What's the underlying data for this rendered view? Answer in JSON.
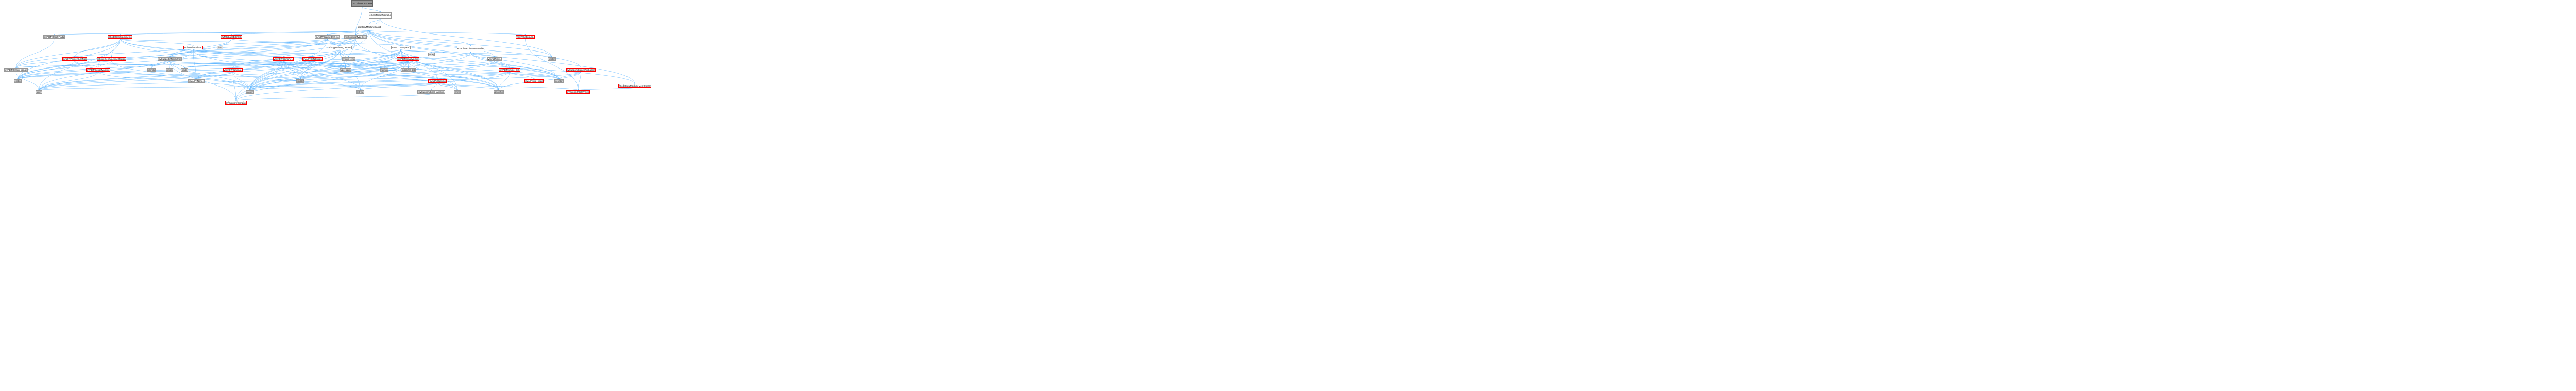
{
  "nodes": [
    {
      "id": "root",
      "label": "lib/Target/RISCV/RISCVFrameLowering.h",
      "style": "root"
    },
    {
      "id": "tfl",
      "label": "llvm/CodeGen/TargetFrameLowering.h",
      "style": "normal"
    },
    {
      "id": "mbb",
      "label": "llvm/CodeGen/MachineBasicBlock.h",
      "style": "normal"
    },
    {
      "id": "graphtraits",
      "label": "llvm/ADT/GraphTraits.h",
      "style": "normal"
    },
    {
      "id": "machineinstr",
      "label": "llvm/CodeGen/MachineInstr.h",
      "style": "red"
    },
    {
      "id": "lanebitmask",
      "label": "llvm/MC/LaneBitmask.h",
      "style": "red"
    },
    {
      "id": "sparsebitvector",
      "label": "llvm/ADT/SparseBitVector.h",
      "style": "normal"
    },
    {
      "id": "typesize",
      "label": "llvm/Support/TypeSize.h",
      "style": "normal"
    },
    {
      "id": "debugloc",
      "label": "llvm/IR/DebugLoc.h",
      "style": "red"
    },
    {
      "id": "ptrsumtype",
      "label": "llvm/ADT/PointerSumType.h",
      "style": "red"
    },
    {
      "id": "machineoperand",
      "label": "llvm/CodeGen/MachineOperand.h",
      "style": "red"
    },
    {
      "id": "smallset",
      "label": "llvm/ADT/SmallSet.h",
      "style": "red"
    },
    {
      "id": "list",
      "label": "list",
      "style": "gray"
    },
    {
      "id": "rawostream",
      "label": "llvm/Support/raw_ostream.h",
      "style": "normal"
    },
    {
      "id": "arrayref",
      "label": "llvm/ADT/ArrayRef.h",
      "style": "normal"
    },
    {
      "id": "bundleiter",
      "label": "llvm/CodeGen/MachineInstrBundleIterator.h",
      "style": "normal"
    },
    {
      "id": "branchprob",
      "label": "llvm/Support/BranchProbability.h",
      "style": "red"
    },
    {
      "id": "memoperand",
      "label": "llvm/CodeGen/MachineMemOperand.h",
      "style": "red"
    },
    {
      "id": "iterrange",
      "label": "llvm/ADT/iterator_range.h",
      "style": "normal"
    },
    {
      "id": "densemapinfo",
      "label": "llvm/ADT/DenseMapInfo.h",
      "style": "red"
    },
    {
      "id": "mathextras",
      "label": "llvm/Support/MathExtras.h",
      "style": "normal"
    },
    {
      "id": "stringref",
      "label": "llvm/ADT/StringRef.h",
      "style": "red"
    },
    {
      "id": "stlextras",
      "label": "llvm/ADT/STLExtras.h",
      "style": "red"
    },
    {
      "id": "systemerror",
      "label": "system_error",
      "style": "gray"
    },
    {
      "id": "smallvector",
      "label": "llvm/ADT/SmallVector.h",
      "style": "red"
    },
    {
      "id": "array",
      "label": "array",
      "style": "gray"
    },
    {
      "id": "ilist",
      "label": "llvm/ADT/ilist.h",
      "style": "normal"
    },
    {
      "id": "vector",
      "label": "vector",
      "style": "gray"
    },
    {
      "id": "climits",
      "label": "climits",
      "style": "gray"
    },
    {
      "id": "cmath",
      "label": "cmath",
      "style": "gray"
    },
    {
      "id": "limits",
      "label": "limits",
      "style": "gray"
    },
    {
      "id": "typetraits",
      "label": "type_traits",
      "style": "gray"
    },
    {
      "id": "memory",
      "label": "memory",
      "style": "gray"
    },
    {
      "id": "initlist",
      "label": "initializer_list",
      "style": "gray"
    },
    {
      "id": "optional",
      "label": "llvm/ADT/Optional.h",
      "style": "red"
    },
    {
      "id": "simpleilist",
      "label": "llvm/ADT/simple_ilist.h",
      "style": "red"
    },
    {
      "id": "cstdint",
      "label": "cstdint",
      "style": "gray"
    },
    {
      "id": "iterator",
      "label": "iterator",
      "style": "gray"
    },
    {
      "id": "none",
      "label": "llvm/ADT/None.h",
      "style": "normal"
    },
    {
      "id": "hashing",
      "label": "llvm/ADT/Hashing.h",
      "style": "red"
    },
    {
      "id": "ilistnode",
      "label": "llvm/ADT/ilist_node.h",
      "style": "red"
    },
    {
      "id": "utility",
      "label": "utility",
      "style": "gray"
    },
    {
      "id": "cassert",
      "label": "cassert",
      "style": "gray"
    },
    {
      "id": "cstring",
      "label": "cstring",
      "style": "gray"
    },
    {
      "id": "errorhandling",
      "label": "llvm/Support/ErrorHandling.h",
      "style": "normal"
    },
    {
      "id": "string",
      "label": "string",
      "style": "gray"
    },
    {
      "id": "algorithm",
      "label": "algorithm",
      "style": "gray"
    },
    {
      "id": "datatypes",
      "label": "llvm/Support/DataTypes.h",
      "style": "red"
    },
    {
      "id": "cstddef",
      "label": "cstddef",
      "style": "gray"
    },
    {
      "id": "compiler",
      "label": "llvm/Support/Compiler.h",
      "style": "red"
    }
  ],
  "edges": [
    [
      "root",
      "tfl"
    ],
    [
      "root",
      "typesize"
    ],
    [
      "tfl",
      "mbb"
    ],
    [
      "tfl",
      "typesize"
    ],
    [
      "tfl",
      "vector"
    ],
    [
      "mbb",
      "graphtraits"
    ],
    [
      "mbb",
      "machineinstr"
    ],
    [
      "mbb",
      "lanebitmask"
    ],
    [
      "mbb",
      "sparsebitvector"
    ],
    [
      "mbb",
      "typesize"
    ],
    [
      "mbb",
      "debugloc"
    ],
    [
      "mbb",
      "iterrange"
    ],
    [
      "mbb",
      "bundleiter"
    ],
    [
      "mbb",
      "branchprob"
    ],
    [
      "mbb",
      "ilist"
    ],
    [
      "mbb",
      "rawostream"
    ],
    [
      "mbb",
      "cassert"
    ],
    [
      "mbb",
      "string"
    ],
    [
      "mbb",
      "vector"
    ],
    [
      "mbb",
      "iterator"
    ],
    [
      "mbb",
      "cstdint"
    ],
    [
      "mbb",
      "memoperand"
    ],
    [
      "graphtraits",
      "iterrange"
    ],
    [
      "machineinstr",
      "ptrsumtype"
    ],
    [
      "machineinstr",
      "machineoperand"
    ],
    [
      "machineinstr",
      "smallset"
    ],
    [
      "machineinstr",
      "densemapinfo"
    ],
    [
      "machineinstr",
      "arrayref"
    ],
    [
      "machineinstr",
      "iterrange"
    ],
    [
      "machineinstr",
      "cstdint"
    ],
    [
      "machineinstr",
      "utility"
    ],
    [
      "machineinstr",
      "memoperand"
    ],
    [
      "machineinstr",
      "typetraits"
    ],
    [
      "machineinstr",
      "algorithm"
    ],
    [
      "lanebitmask",
      "rawostream"
    ],
    [
      "lanebitmask",
      "mathextras"
    ],
    [
      "lanebitmask",
      "cstdint"
    ],
    [
      "sparsebitvector",
      "list"
    ],
    [
      "sparsebitvector",
      "rawostream"
    ],
    [
      "sparsebitvector",
      "mathextras"
    ],
    [
      "sparsebitvector",
      "cassert"
    ],
    [
      "sparsebitvector",
      "climits"
    ],
    [
      "sparsebitvector",
      "iterator"
    ],
    [
      "typesize",
      "mathextras"
    ],
    [
      "typesize",
      "rawostream"
    ],
    [
      "typesize",
      "algorithm"
    ],
    [
      "typesize",
      "cassert"
    ],
    [
      "typesize",
      "cstdint"
    ],
    [
      "typesize",
      "typetraits"
    ],
    [
      "debugloc",
      "datatypes"
    ],
    [
      "ptrsumtype",
      "densemapinfo"
    ],
    [
      "ptrsumtype",
      "cstdint"
    ],
    [
      "ptrsumtype",
      "cassert"
    ],
    [
      "machineoperand",
      "densemapinfo"
    ],
    [
      "machineoperand",
      "cassert"
    ],
    [
      "smallset",
      "none"
    ],
    [
      "smallset",
      "iterrange"
    ],
    [
      "smallset",
      "smallvector"
    ],
    [
      "smallset",
      "stlextras"
    ],
    [
      "smallset",
      "cstddef"
    ],
    [
      "smallset",
      "utility"
    ],
    [
      "rawostream",
      "stringref"
    ],
    [
      "rawostream",
      "optional"
    ],
    [
      "rawostream",
      "cassert"
    ],
    [
      "rawostream",
      "cstddef"
    ],
    [
      "rawostream",
      "cstdint"
    ],
    [
      "rawostream",
      "cstring"
    ],
    [
      "rawostream",
      "string"
    ],
    [
      "rawostream",
      "systemerror"
    ],
    [
      "rawostream",
      "typetraits"
    ],
    [
      "arrayref",
      "hashing"
    ],
    [
      "arrayref",
      "none"
    ],
    [
      "arrayref",
      "smallvector"
    ],
    [
      "arrayref",
      "stlextras"
    ],
    [
      "arrayref",
      "compiler"
    ],
    [
      "arrayref",
      "algorithm"
    ],
    [
      "arrayref",
      "array"
    ],
    [
      "arrayref",
      "cassert"
    ],
    [
      "arrayref",
      "cstddef"
    ],
    [
      "arrayref",
      "initlist"
    ],
    [
      "arrayref",
      "iterator"
    ],
    [
      "arrayref",
      "memory"
    ],
    [
      "arrayref",
      "typetraits"
    ],
    [
      "arrayref",
      "vector"
    ],
    [
      "bundleiter",
      "ilist"
    ],
    [
      "bundleiter",
      "simpleilist"
    ],
    [
      "bundleiter",
      "cassert"
    ],
    [
      "bundleiter",
      "iterator"
    ],
    [
      "bundleiter",
      "typetraits"
    ],
    [
      "branchprob",
      "datatypes"
    ],
    [
      "branchprob",
      "algorithm"
    ],
    [
      "branchprob",
      "cassert"
    ],
    [
      "branchprob",
      "iterator"
    ],
    [
      "memoperand",
      "datatypes"
    ],
    [
      "iterrange",
      "utility"
    ],
    [
      "densemapinfo",
      "cassert"
    ],
    [
      "densemapinfo",
      "cstddef"
    ],
    [
      "densemapinfo",
      "cstdint"
    ],
    [
      "densemapinfo",
      "utility"
    ],
    [
      "mathextras",
      "compiler"
    ],
    [
      "mathextras",
      "cassert"
    ],
    [
      "mathextras",
      "climits"
    ],
    [
      "mathextras",
      "cmath"
    ],
    [
      "mathextras",
      "cstdint"
    ],
    [
      "mathextras",
      "limits"
    ],
    [
      "mathextras",
      "typetraits"
    ],
    [
      "stringref",
      "stlextras"
    ],
    [
      "stringref",
      "iterrange"
    ],
    [
      "stringref",
      "compiler"
    ],
    [
      "stringref",
      "algorithm"
    ],
    [
      "stringref",
      "cassert"
    ],
    [
      "stringref",
      "cstddef"
    ],
    [
      "stringref",
      "cstring"
    ],
    [
      "stringref",
      "limits"
    ],
    [
      "stringref",
      "string"
    ],
    [
      "stringref",
      "typetraits"
    ],
    [
      "stringref",
      "utility"
    ],
    [
      "stlextras",
      "optional"
    ],
    [
      "stlextras",
      "iterrange"
    ],
    [
      "stlextras",
      "algorithm"
    ],
    [
      "stlextras",
      "cassert"
    ],
    [
      "stlextras",
      "cstddef"
    ],
    [
      "stlextras",
      "cstdint"
    ],
    [
      "stlextras",
      "iterator"
    ],
    [
      "stlextras",
      "limits"
    ],
    [
      "stlextras",
      "memory"
    ],
    [
      "stlextras",
      "typetraits"
    ],
    [
      "stlextras",
      "utility"
    ],
    [
      "stlextras",
      "initlist"
    ],
    [
      "smallvector",
      "compiler"
    ],
    [
      "smallvector",
      "algorithm"
    ],
    [
      "smallvector",
      "cassert"
    ],
    [
      "smallvector",
      "cstddef"
    ],
    [
      "smallvector",
      "cstdint"
    ],
    [
      "smallvector",
      "cstring"
    ],
    [
      "smallvector",
      "initlist"
    ],
    [
      "smallvector",
      "iterator"
    ],
    [
      "smallvector",
      "limits"
    ],
    [
      "smallvector",
      "memory"
    ],
    [
      "smallvector",
      "typetraits"
    ],
    [
      "smallvector",
      "utility"
    ],
    [
      "ilist",
      "simpleilist"
    ],
    [
      "ilist",
      "cassert"
    ],
    [
      "ilist",
      "cstddef"
    ],
    [
      "ilist",
      "iterator"
    ],
    [
      "optional",
      "none"
    ],
    [
      "optional",
      "compiler"
    ],
    [
      "optional",
      "cassert"
    ],
    [
      "optional",
      "cstring"
    ],
    [
      "optional",
      "new"
    ],
    [
      "optional",
      "utility"
    ],
    [
      "simpleilist",
      "ilistnode"
    ],
    [
      "simpleilist",
      "compiler"
    ],
    [
      "simpleilist",
      "algorithm"
    ],
    [
      "simpleilist",
      "cassert"
    ],
    [
      "simpleilist",
      "cstddef"
    ],
    [
      "simpleilist",
      "functional"
    ],
    [
      "simpleilist",
      "iterator"
    ],
    [
      "simpleilist",
      "utility"
    ],
    [
      "hashing",
      "errorhandling"
    ],
    [
      "hashing",
      "algorithm"
    ],
    [
      "hashing",
      "cassert"
    ],
    [
      "hashing",
      "cstring"
    ],
    [
      "hashing",
      "string"
    ],
    [
      "hashing",
      "utility"
    ],
    [
      "hashing",
      "datatypes"
    ],
    [
      "errorhandling",
      "compiler"
    ]
  ],
  "colors": {
    "edge": "#63b8ff",
    "border": "#999999",
    "red_border": "#ff0000",
    "gray_fill": "#e0e0e0",
    "root_fill": "#999999"
  }
}
